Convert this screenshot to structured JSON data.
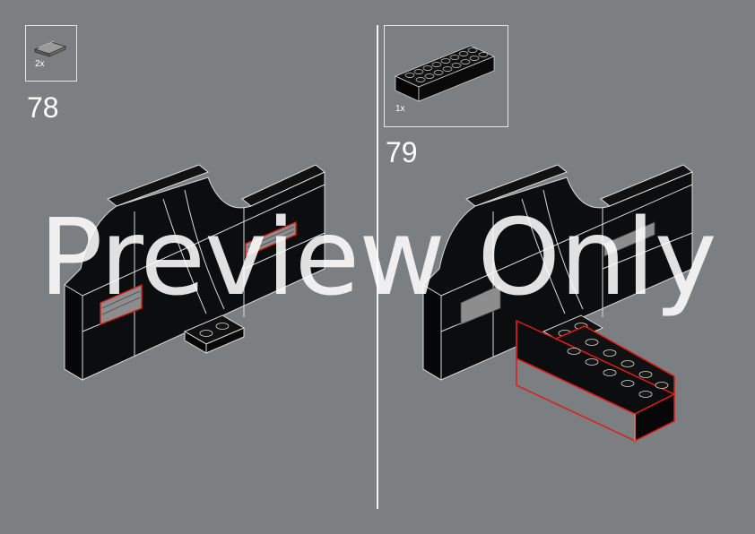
{
  "steps": [
    {
      "number": "78",
      "parts": [
        {
          "quantity": "2x",
          "part": "tile-1x4-grey"
        }
      ]
    },
    {
      "number": "79",
      "parts": [
        {
          "quantity": "1x",
          "part": "brick-2x8-black"
        }
      ]
    }
  ],
  "watermark": "Preview Only",
  "colors": {
    "background": "#7b7f81",
    "brick": "#0c0d0f",
    "edge": "#d9d9d9",
    "highlight": "#e01a1a",
    "tile": "#8d8d8d"
  }
}
